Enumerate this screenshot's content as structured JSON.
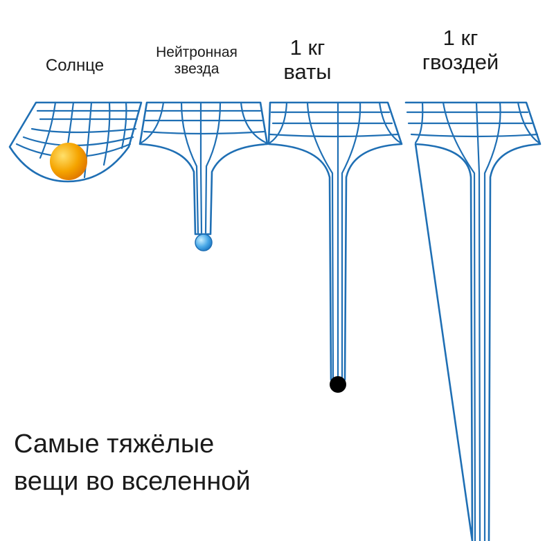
{
  "labels": {
    "sun": "Солнце",
    "neutron_star": [
      "Нейтронная",
      "звезда"
    ],
    "cotton": [
      "1 кг",
      "ваты"
    ],
    "nails": [
      "1 кг",
      "гвоздей"
    ]
  },
  "caption": {
    "line1": "Самые тяжёлые",
    "line2": "вещи во вселенной"
  },
  "colors": {
    "grid_line": "#1f6fb4",
    "grid_edge": "#0f5a99",
    "sun_ball": "#f5a400",
    "neutron_ball": "#4aa9e8",
    "cotton_ball": "#000000",
    "background": "#ffffff"
  }
}
